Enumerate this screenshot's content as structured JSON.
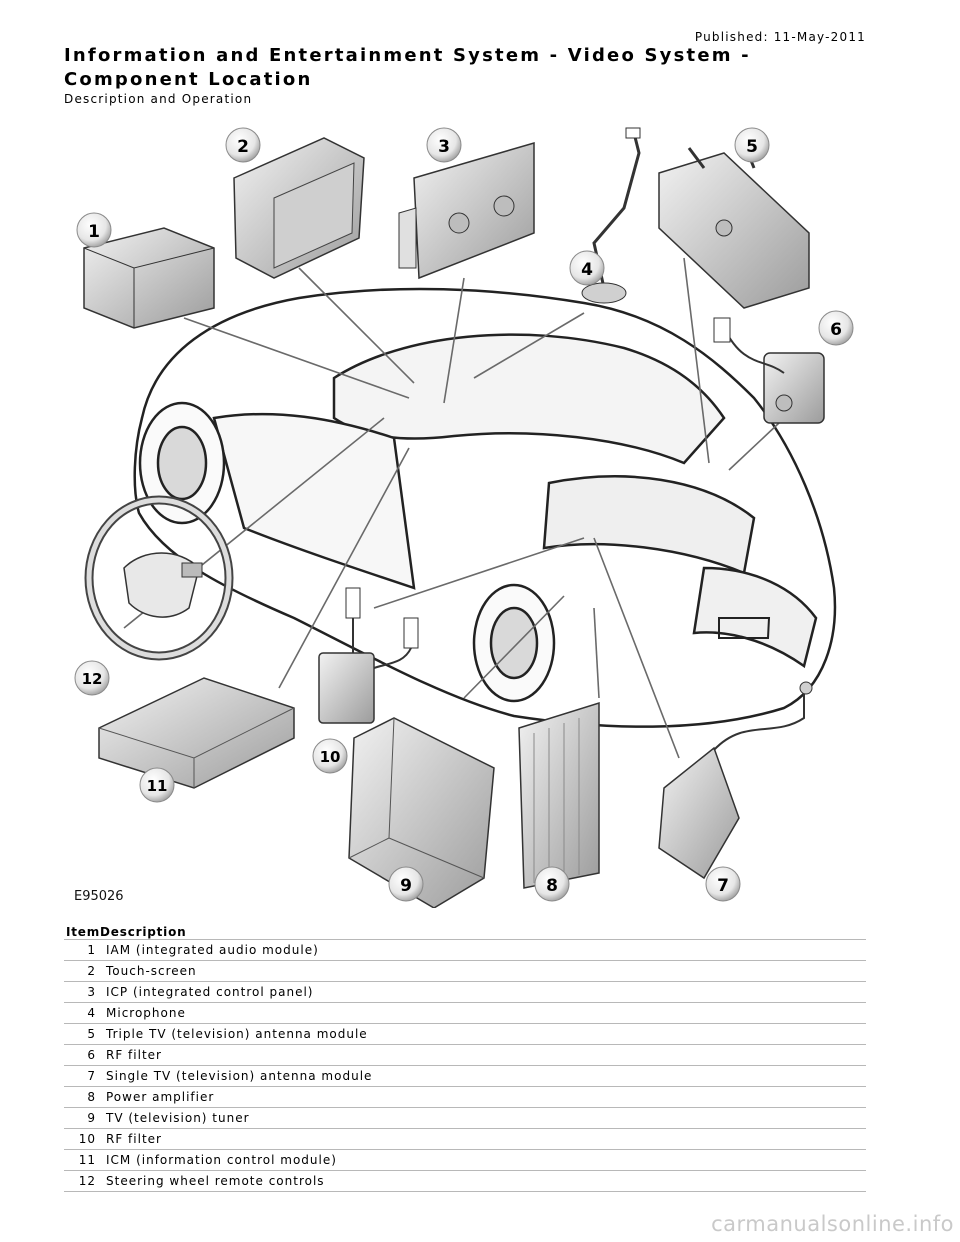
{
  "header": {
    "published": "Published: 11-May-2011",
    "title": "Information and Entertainment System - Video System - Component Location",
    "subtitle": "Description and Operation"
  },
  "figure": {
    "code": "E95026",
    "callouts": [
      "1",
      "2",
      "3",
      "4",
      "5",
      "6",
      "7",
      "8",
      "9",
      "10",
      "11",
      "12"
    ]
  },
  "table": {
    "header_item": "Item",
    "header_description": "Description",
    "rows": [
      {
        "item": "1",
        "description": "IAM (integrated audio module)"
      },
      {
        "item": "2",
        "description": "Touch-screen"
      },
      {
        "item": "3",
        "description": "ICP (integrated control panel)"
      },
      {
        "item": "4",
        "description": "Microphone"
      },
      {
        "item": "5",
        "description": "Triple TV (television) antenna module"
      },
      {
        "item": "6",
        "description": "RF filter"
      },
      {
        "item": "7",
        "description": "Single TV (television) antenna module"
      },
      {
        "item": "8",
        "description": "Power amplifier"
      },
      {
        "item": "9",
        "description": "TV (television) tuner"
      },
      {
        "item": "10",
        "description": "RF filter"
      },
      {
        "item": "11",
        "description": "ICM (information control module)"
      },
      {
        "item": "12",
        "description": "Steering wheel remote controls"
      }
    ]
  },
  "watermark": "carmanualsonline.info"
}
